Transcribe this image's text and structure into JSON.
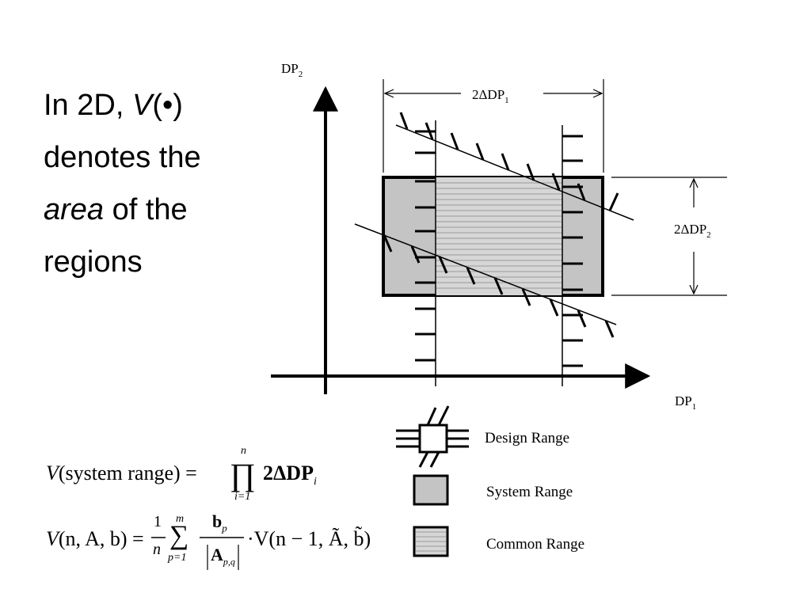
{
  "slide": {
    "line1_prefix": "In 2D, ",
    "line1_var": "V",
    "line1_arg": "(•)",
    "line2": "denotes the",
    "line3_em": "area",
    "line3_rest": " of the",
    "line4": "regions"
  },
  "diagram": {
    "axis_y_label": "DP",
    "axis_y_sub": "2",
    "axis_x_label": "DP",
    "axis_x_sub": "1",
    "dim_horizontal": "2ΔDP",
    "dim_horizontal_sub": "1",
    "dim_vertical": "2ΔDP",
    "dim_vertical_sub": "2"
  },
  "legend": {
    "design_range": "Design Range",
    "system_range": "System Range",
    "common_range": "Common Range"
  },
  "colors": {
    "system_fill": "#c4c4c4",
    "common_fill": "#d6d6d6",
    "stroke": "#000000"
  },
  "formulas": {
    "f1_lhs": "V",
    "f1_arg": "(system range) = ",
    "f1_prod": "∏",
    "f1_upper": "n",
    "f1_lower": "i=1",
    "f1_rhs": "2ΔDP",
    "f1_rhs_sub": "i",
    "f2_lhs": "V",
    "f2_arg": "(n, A, b) = ",
    "f2_frac_num": "1",
    "f2_frac_den": "n",
    "f2_sum": "∑",
    "f2_upper": "m",
    "f2_lower": "p=1",
    "f2_num": "b",
    "f2_num_sub": "p",
    "f2_den": "A",
    "f2_den_sub": "p,q",
    "f2_rhs": "·V(n − 1, Ã, b̃)"
  }
}
